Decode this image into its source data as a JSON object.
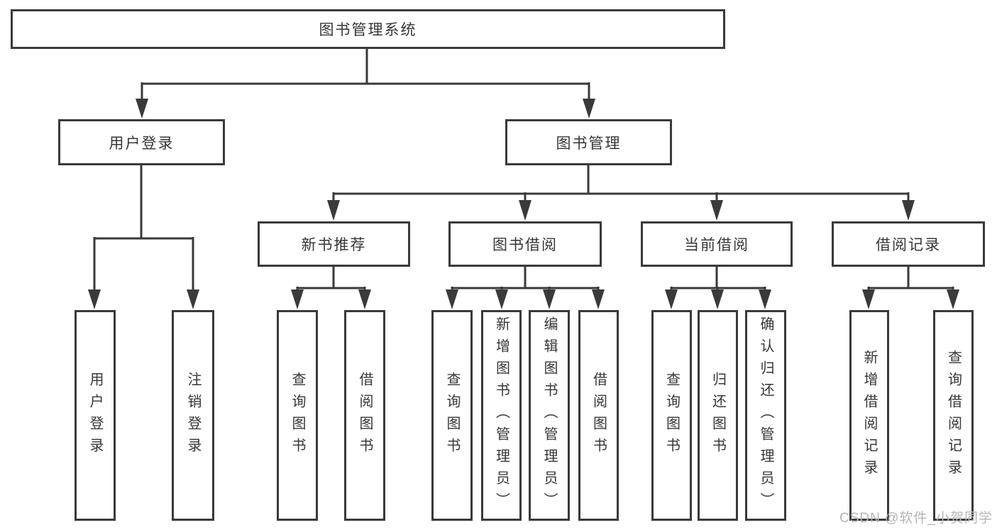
{
  "nodes": {
    "root": "图书管理系统",
    "user_login": "用户登录",
    "book_mgmt": "图书管理",
    "new_books": "新书推荐",
    "book_borrow": "图书借阅",
    "current_borrow": "当前借阅",
    "borrow_records": "借阅记录"
  },
  "leaves": {
    "user_login": [
      "用户登录",
      "注销登录"
    ],
    "new_books": [
      "查询图书",
      "借阅图书"
    ],
    "book_borrow": [
      "查询图书",
      "新增图书（管理员）",
      "编辑图书（管理员）",
      "借阅图书"
    ],
    "current_borrow": [
      "查询图书",
      "归还图书",
      "确认归还（管理员）"
    ],
    "borrow_records": [
      "新增借阅记录",
      "查询借阅记录"
    ]
  },
  "watermark": "CSDN @软件_小贺同学",
  "colors": {
    "line": "#3a3a3a",
    "text": "#363636",
    "watermark": "#b5b5b5",
    "background": "#ffffff"
  }
}
